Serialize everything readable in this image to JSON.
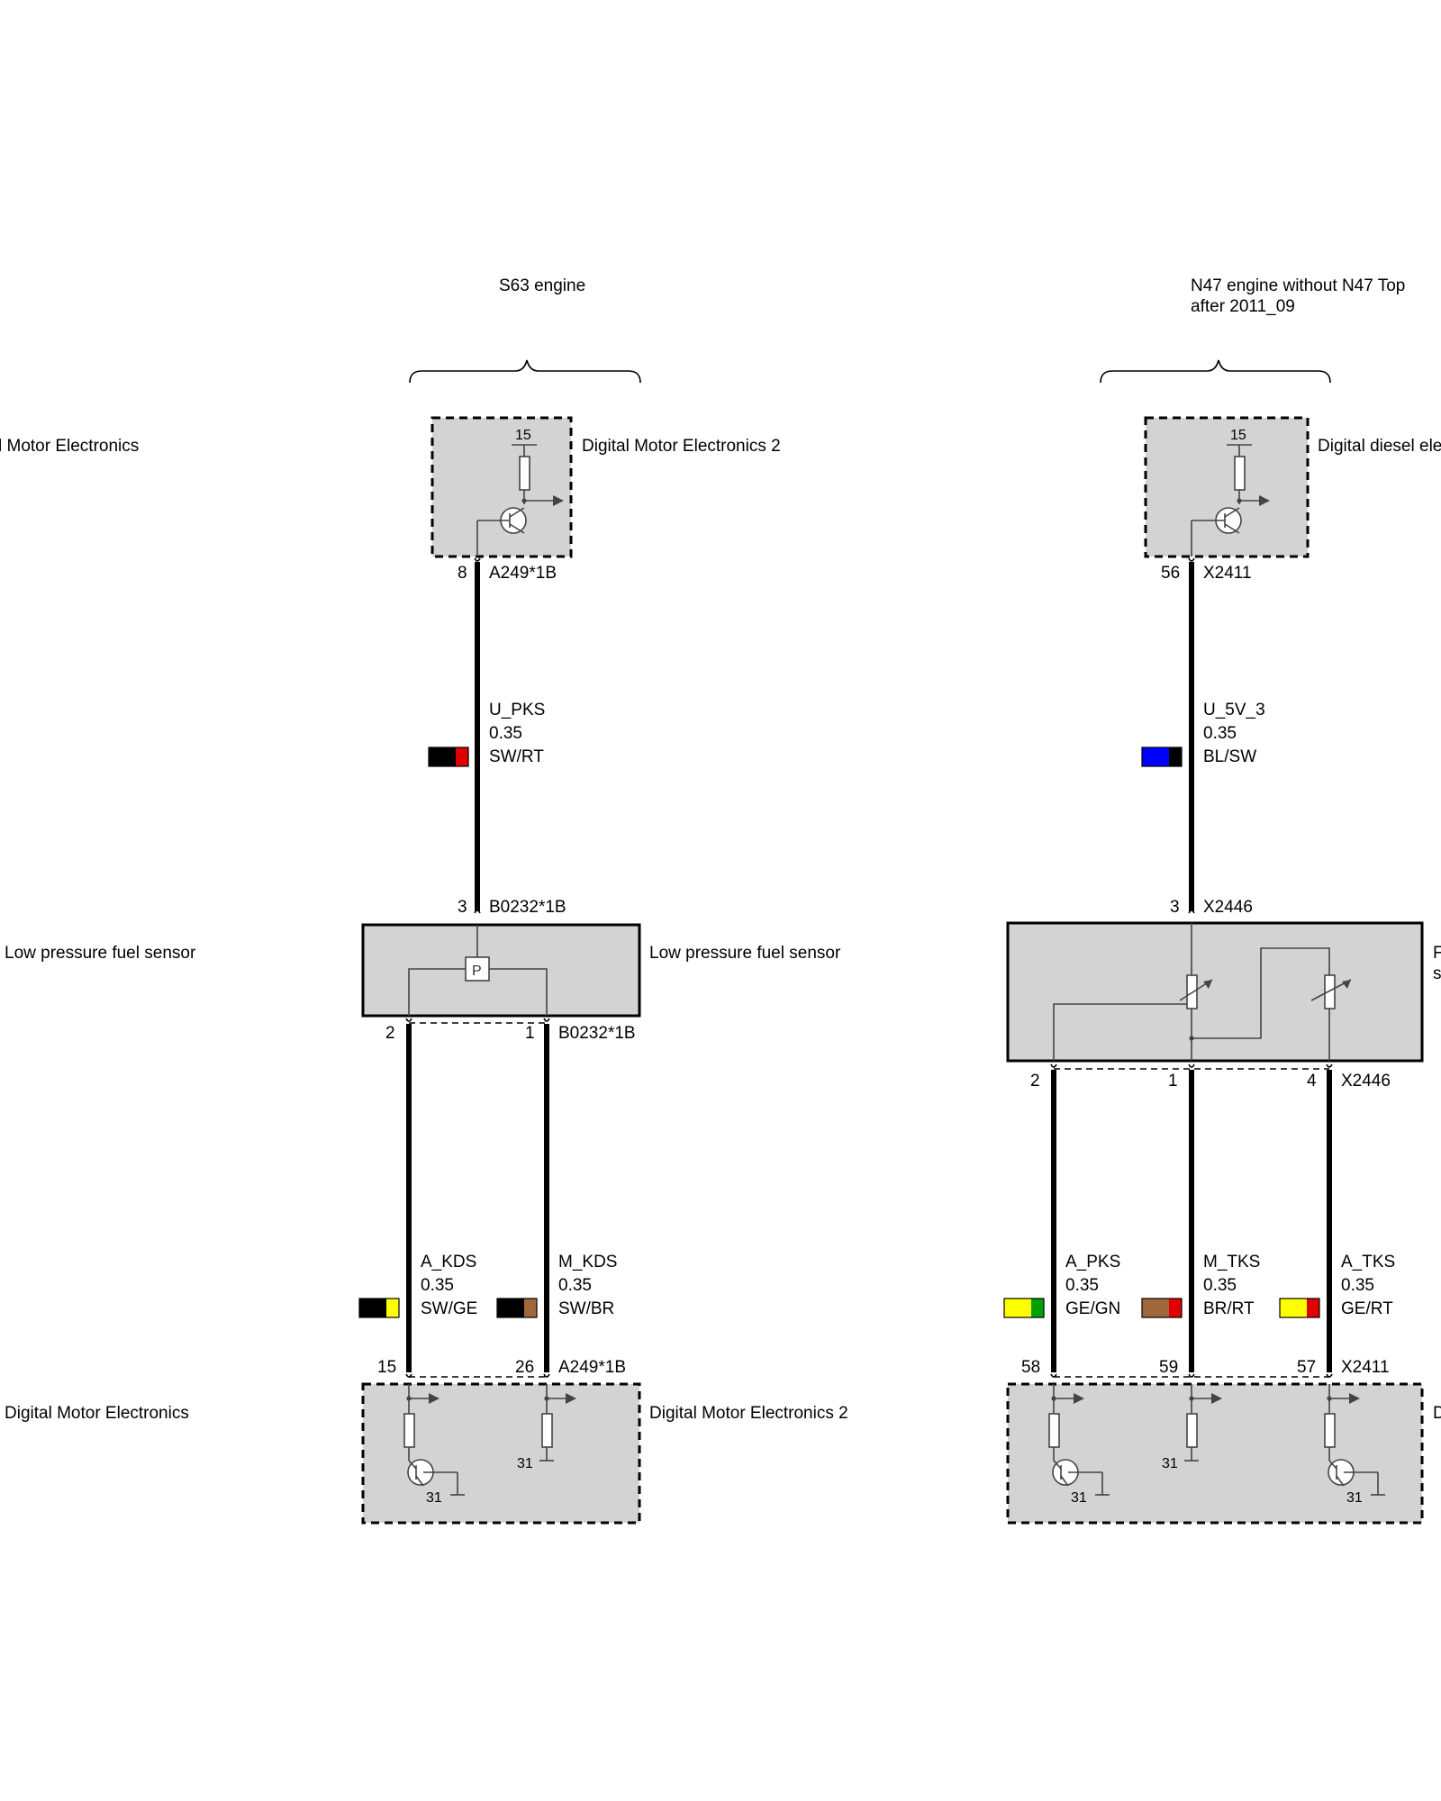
{
  "headers": {
    "s63": "S63 engine",
    "n47_line1": "N47 engine without N47 Top",
    "n47_line2": "after 2011_09"
  },
  "labels": {
    "left_dme_top": "l Motor Electronics",
    "dme2_top": "Digital Motor Electronics 2",
    "dde_top": "Digital diesel ele",
    "left_sensor": "Low pressure fuel sensor",
    "sensor_s63": "Low pressure fuel sensor",
    "right_sensor_clip_a": "F",
    "right_sensor_clip_b": "s",
    "left_dme_bottom": "Digital Motor Electronics",
    "dme2_bottom": "Digital Motor Electronics 2",
    "right_bottom_clip": "D"
  },
  "supply": {
    "terminal": "15",
    "ground": "31"
  },
  "pins": {
    "s63_top": {
      "pin": "8",
      "connector": "A249*1B"
    },
    "s63_sensor_top": {
      "pin": "3",
      "connector": "B0232*1B"
    },
    "s63_sensor_bottom_left": "2",
    "s63_sensor_bottom_right": "1",
    "s63_sensor_bottom_connector": "B0232*1B",
    "s63_ecu_left": "15",
    "s63_ecu_right": "26",
    "s63_ecu_connector": "A249*1B",
    "n47_top": {
      "pin": "56",
      "connector": "X2411"
    },
    "n47_sensor_top": {
      "pin": "3",
      "connector": "X2446"
    },
    "n47_sensor_bottom": [
      "2",
      "1",
      "4"
    ],
    "n47_sensor_bottom_connector": "X2446",
    "n47_ecu": [
      "58",
      "59",
      "57"
    ],
    "n47_ecu_connector": "X2411"
  },
  "sensor_symbol": "P",
  "colors": {
    "SW": "#000000",
    "RT": "#e00000",
    "GE": "#ffff00",
    "BR": "#a0683a",
    "BL": "#0000ff",
    "GN": "#00a000"
  },
  "wires": [
    {
      "id": "u_pks",
      "signal": "U_PKS",
      "gauge": "0.35",
      "color": "SW/RT"
    },
    {
      "id": "a_kds",
      "signal": "A_KDS",
      "gauge": "0.35",
      "color": "SW/GE"
    },
    {
      "id": "m_kds",
      "signal": "M_KDS",
      "gauge": "0.35",
      "color": "SW/BR"
    },
    {
      "id": "u_5v_3",
      "signal": "U_5V_3",
      "gauge": "0.35",
      "color": "BL/SW"
    },
    {
      "id": "a_pks",
      "signal": "A_PKS",
      "gauge": "0.35",
      "color": "GE/GN"
    },
    {
      "id": "m_tks",
      "signal": "M_TKS",
      "gauge": "0.35",
      "color": "BR/RT"
    },
    {
      "id": "a_tks",
      "signal": "A_TKS",
      "gauge": "0.35",
      "color": "GE/RT"
    }
  ]
}
